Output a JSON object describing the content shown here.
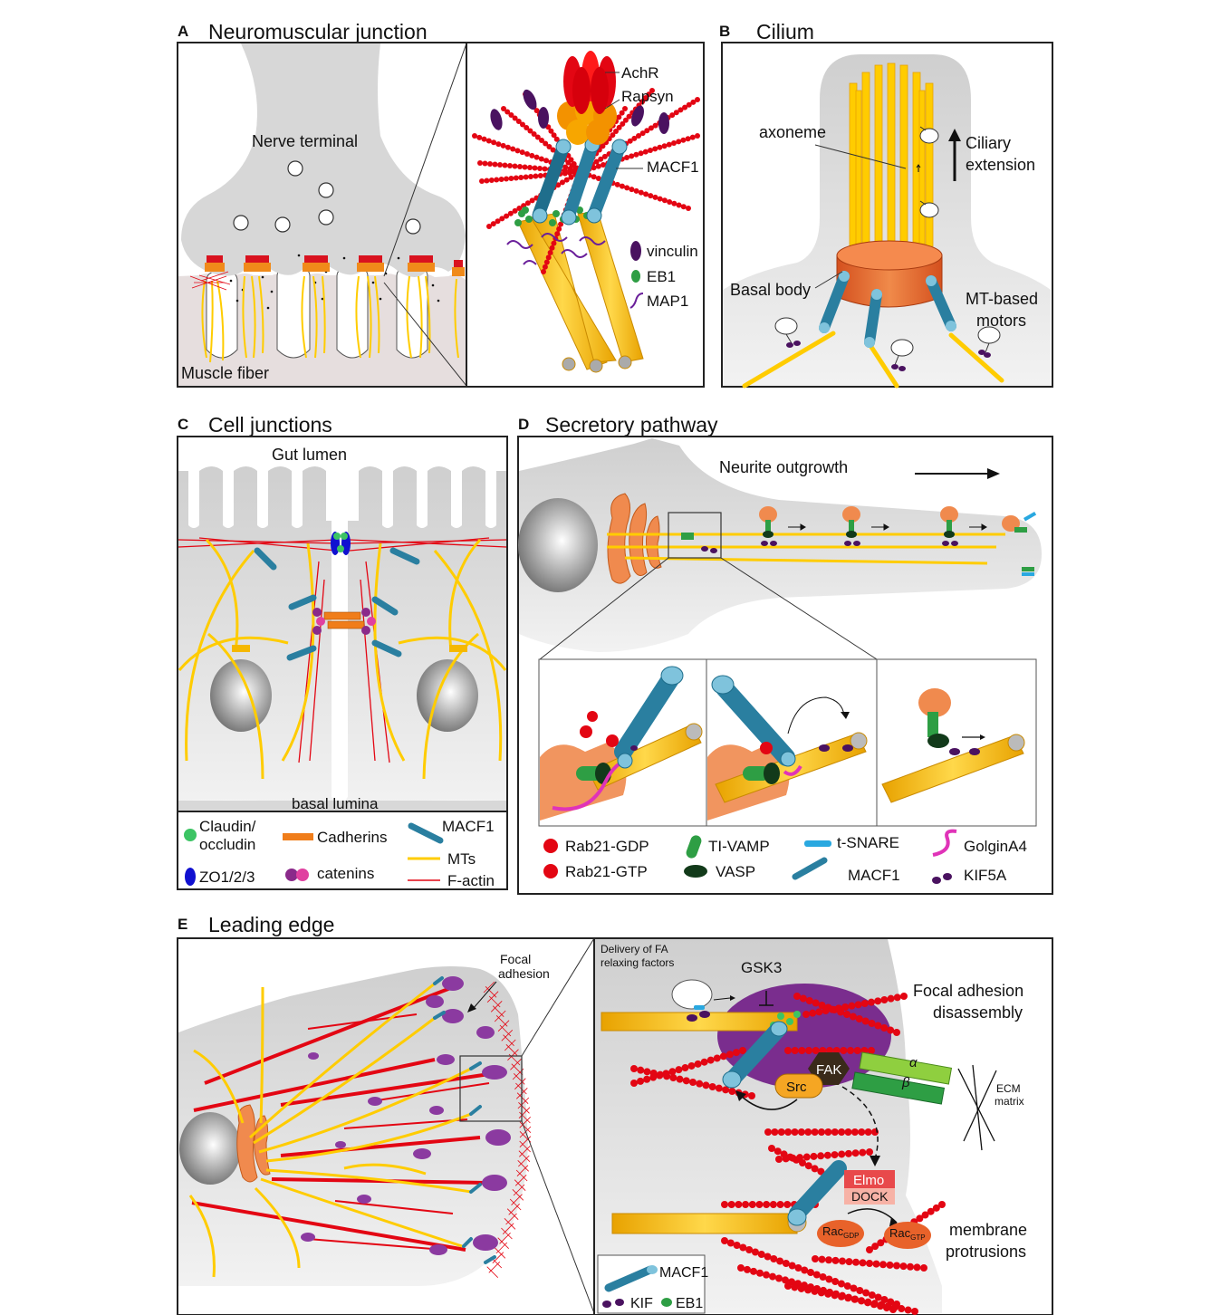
{
  "panels": {
    "A": {
      "letter": "A",
      "title": "Neuromuscular junction",
      "labels": {
        "nerve": "Nerve terminal",
        "muscle": "Muscle fiber",
        "achr": "AchR",
        "rapsyn": "Rapsyn",
        "macf1": "MACF1",
        "vinculin": "vinculin",
        "eb1": "EB1",
        "map1": "MAP1"
      }
    },
    "B": {
      "letter": "B",
      "title": "Cilium",
      "labels": {
        "axoneme": "axoneme",
        "ciliary1": "Ciliary",
        "ciliary2": "extension",
        "basal": "Basal body",
        "motors1": "MT-based",
        "motors2": "motors"
      }
    },
    "C": {
      "letter": "C",
      "title": "Cell junctions",
      "labels": {
        "lumen": "Gut lumen",
        "basal": "basal lumina"
      },
      "legend": {
        "claudin1": "Claudin/",
        "claudin2": "occludin",
        "cadherins": "Cadherins",
        "macf1": "MACF1",
        "mts": "MTs",
        "zo": "ZO1/2/3",
        "catenins": "catenins",
        "factin": "F-actin"
      }
    },
    "D": {
      "letter": "D",
      "title": "Secretory pathway",
      "labels": {
        "neurite": "Neurite outgrowth"
      },
      "legend": {
        "rab_gdp": "Rab21-GDP",
        "rab_gtp": "Rab21-GTP",
        "tivamp": "TI-VAMP",
        "vasp": "VASP",
        "tsnare": "t-SNARE",
        "macf1": "MACF1",
        "golgin": "GolginA4",
        "kif5a": "KIF5A"
      }
    },
    "E": {
      "letter": "E",
      "title": "Leading edge",
      "labels": {
        "focal1": "Focal",
        "focal2": "adhesion",
        "delivery1": "Delivery of FA",
        "delivery2": "relaxing factors",
        "gsk3": "GSK3",
        "fa_dis1": "Focal adhesion",
        "fa_dis2": "disassembly",
        "fak": "FAK",
        "src": "Src",
        "alpha": "α",
        "beta": "β",
        "ecm1": "ECM",
        "ecm2": "matrix",
        "elmo": "Elmo",
        "dock": "DOCK",
        "rac": "Rac",
        "gdp": "GDP",
        "gtp": "GTP",
        "mem1": "membrane",
        "mem2": "protrusions"
      },
      "legend": {
        "macf1": "MACF1",
        "kif": "KIF",
        "eb1": "EB1"
      }
    }
  },
  "colors": {
    "yellow": "#ffcc00",
    "red": "#e30613",
    "teal": "#2a7fa0",
    "orange": "#ee7d3b",
    "purple": "#5b1a6a",
    "gray": "#d4d4d4",
    "green": "#2e9e44"
  }
}
